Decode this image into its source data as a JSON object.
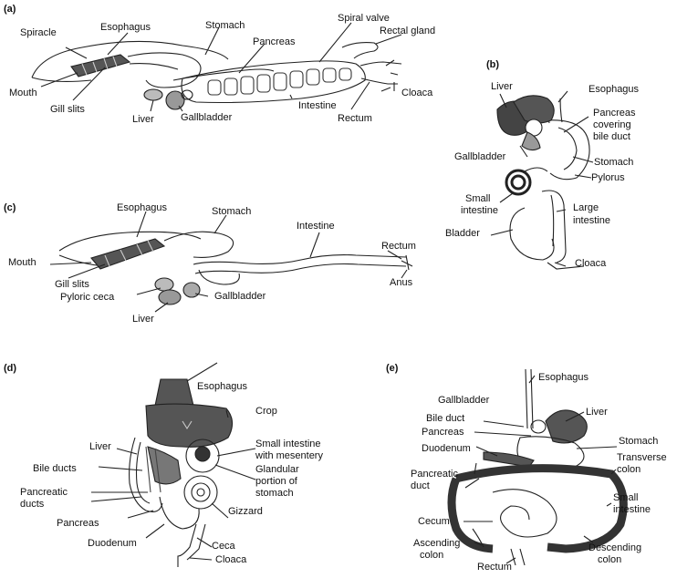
{
  "panels": {
    "a": {
      "letter": "(a)",
      "labels": {
        "spiracle": "Spiracle",
        "esophagus": "Esophagus",
        "stomach": "Stomach",
        "spiral_valve": "Spiral valve",
        "rectal_gland": "Rectal gland",
        "pancreas": "Pancreas",
        "mouth": "Mouth",
        "gill_slits": "Gill slits",
        "liver": "Liver",
        "gallbladder": "Gallbladder",
        "intestine": "Intestine",
        "rectum": "Rectum",
        "cloaca": "Cloaca"
      }
    },
    "b": {
      "letter": "(b)",
      "labels": {
        "liver": "Liver",
        "esophagus": "Esophagus",
        "pancreas_1": "Pancreas",
        "pancreas_2": "covering",
        "pancreas_3": "bile duct",
        "gallbladder": "Gallbladder",
        "stomach": "Stomach",
        "pylorus": "Pylorus",
        "small_intestine_1": "Small",
        "small_intestine_2": "intestine",
        "large_intestine_1": "Large",
        "large_intestine_2": "intestine",
        "bladder": "Bladder",
        "cloaca": "Cloaca"
      }
    },
    "c": {
      "letter": "(c)",
      "labels": {
        "esophagus": "Esophagus",
        "stomach": "Stomach",
        "intestine": "Intestine",
        "rectum": "Rectum",
        "mouth": "Mouth",
        "gill_slits": "Gill slits",
        "pyloric_ceca": "Pyloric ceca",
        "gallbladder": "Gallbladder",
        "anus": "Anus",
        "liver": "Liver"
      }
    },
    "d": {
      "letter": "(d)",
      "labels": {
        "esophagus": "Esophagus",
        "crop": "Crop",
        "liver": "Liver",
        "small_intestine_1": "Small intestine",
        "small_intestine_2": "with mesentery",
        "bile_ducts": "Bile ducts",
        "glandular_1": "Glandular",
        "glandular_2": "portion of",
        "glandular_3": "stomach",
        "pancreatic_ducts_1": "Pancreatic",
        "pancreatic_ducts_2": "ducts",
        "gizzard": "Gizzard",
        "pancreas": "Pancreas",
        "ceca": "Ceca",
        "duodenum": "Duodenum",
        "cloaca": "Cloaca"
      }
    },
    "e": {
      "letter": "(e)",
      "labels": {
        "esophagus": "Esophagus",
        "gallbladder": "Gallbladder",
        "liver": "Liver",
        "bile_duct": "Bile duct",
        "pancreas": "Pancreas",
        "stomach": "Stomach",
        "duodenum": "Duodenum",
        "transverse_1": "Transverse",
        "transverse_2": "colon",
        "pancreatic_duct_1": "Pancreatic",
        "pancreatic_duct_2": "duct",
        "small_intestine_1": "Small",
        "small_intestine_2": "intestine",
        "cecum": "Cecum",
        "ascending_1": "Ascending",
        "ascending_2": "colon",
        "descending_1": "Descending",
        "descending_2": "colon",
        "rectum": "Rectum"
      }
    }
  }
}
